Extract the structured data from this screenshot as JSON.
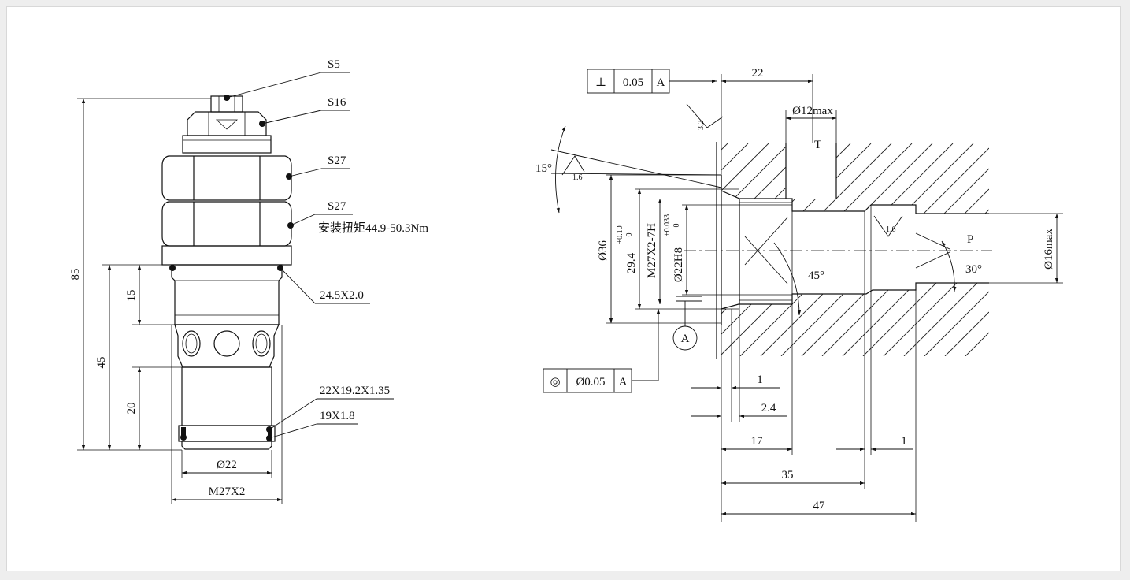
{
  "left_view": {
    "callouts": {
      "s5": "S5",
      "s16": "S16",
      "s27_upper": "S27",
      "s27_lower": "S27",
      "torque": "安装扭矩44.9-50.3Nm",
      "oring_top": "24.5X2.0",
      "oring_bottom": "22X19.2X1.35",
      "backup_ring": "19X1.8"
    },
    "dimensions": {
      "overall": "85",
      "body": "45",
      "thread_len": "15",
      "tip_len": "20",
      "tip_dia": "Ø22",
      "thread": "M27X2"
    }
  },
  "right_view": {
    "perpendicularity": {
      "symbol": "⊥",
      "tolerance": "0.05",
      "datum": "A"
    },
    "concentricity": {
      "symbol": "◎",
      "tolerance": "Ø0.05",
      "datum": "A"
    },
    "datum_label": "A",
    "roughness": {
      "face": "3.2",
      "chamfer": "1.6",
      "bore": "1.6"
    },
    "angles": {
      "chamfer": "15°",
      "spot": "45°",
      "tip": "30°"
    },
    "ports": {
      "tank": "T",
      "pressure": "P"
    },
    "dimensions": {
      "top_width": "22",
      "t_port": "Ø12max",
      "counterbore": "Ø36",
      "thread_minor": "29.4",
      "thread_minor_tol_upper": "+0.10",
      "thread_minor_tol_lower": "0",
      "thread": "M27X2-7H",
      "bore": "Ø22H8",
      "bore_tol_upper": "+0.033",
      "bore_tol_lower": "0",
      "p_port": "Ø16max",
      "d1": "1",
      "d2_4": "2.4",
      "d17": "17",
      "d35": "35",
      "d47": "47",
      "d1_right": "1"
    }
  }
}
